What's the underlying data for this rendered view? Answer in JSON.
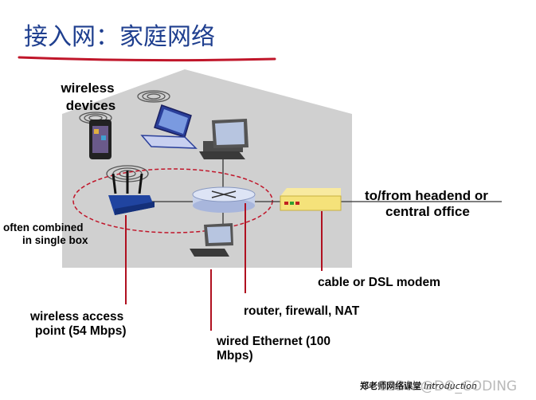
{
  "title": "接入网：家庭网络",
  "labels": {
    "wireless_devices_line1": "wireless",
    "wireless_devices_line2": "devices",
    "often_combined_line1": "often combined",
    "often_combined_line2": "in single box",
    "headend_line1": "to/from headend or",
    "headend_line2": "central office",
    "cable_modem": "cable or DSL modem",
    "router": "router, firewall, NAT",
    "wap_line1": "wireless access",
    "wap_line2": "point (54 Mbps)",
    "ethernet_line1": "wired Ethernet (100",
    "ethernet_line2": "Mbps)"
  },
  "footer": {
    "course": "郑老师网络课堂",
    "section": "Introduction",
    "watermark": "CSDN @DO_CODING"
  },
  "colors": {
    "house": "#d0d0d0",
    "title": "#1f3f8f",
    "title_underline": "#c0162a",
    "leader_lines": "#b01020",
    "dashed_ellipse": "#c0162a",
    "modem": "#f5e27a"
  }
}
